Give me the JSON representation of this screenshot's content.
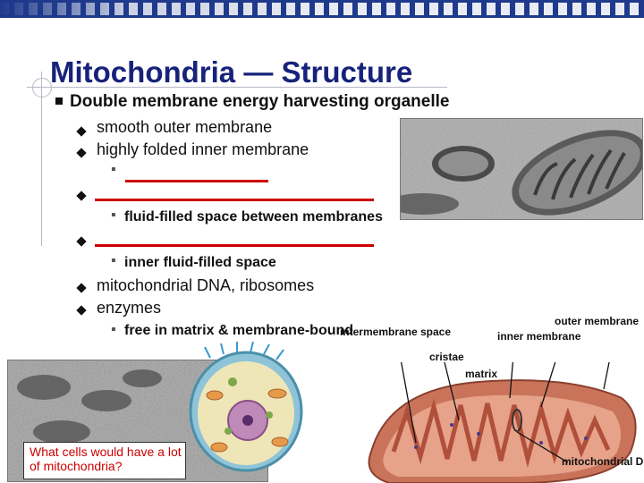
{
  "title": "Mitochondria — Structure",
  "main_point": "Double membrane energy harvesting organelle",
  "points": [
    "smooth outer membrane",
    "highly folded inner membrane",
    "fluid-filled space between membranes",
    "inner fluid-filled space",
    "mitochondrial DNA, ribosomes",
    "enzymes",
    "free in matrix & membrane-bound"
  ],
  "question": "What cells would have a lot of mitochondria?",
  "diagram_labels": {
    "intermembrane_space": "intermembrane space",
    "cristae": "cristae",
    "inner_membrane": "inner membrane",
    "outer_membrane": "outer membrane",
    "matrix": "matrix",
    "mitochondrial_dna": "mitochondrial DNA"
  },
  "colors": {
    "title": "#17237a",
    "blank": "#cc0000",
    "question": "#cc0000",
    "header_bar": "#1f3a8c"
  }
}
